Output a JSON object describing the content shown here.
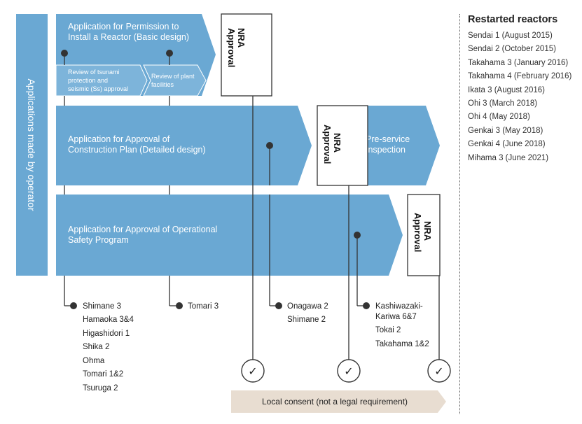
{
  "side_label": "Applications made by operator",
  "boxes": {
    "permission_line1": "Application for Permission to",
    "permission_line2": "Install a Reactor (Basic design)",
    "tsunami_line1": "Review of tsunami",
    "tsunami_line2": "protection and",
    "tsunami_line3": "seismic (Ss) approval",
    "plant_line1": "Review of plant",
    "plant_line2": "facilities",
    "construction_line1": "Application for Approval of",
    "construction_line2": "Construction Plan (Detailed design)",
    "preservice_line1": "Pre-service",
    "preservice_line2": "Inspection",
    "operational_line1": "Application for Approval of Operational",
    "operational_line2": "Safety Program"
  },
  "nra": {
    "line1": "NRA",
    "line2": "Approval"
  },
  "groups": {
    "group1": [
      "Shimane 3",
      "Hamaoka 3&4",
      "Higashidori 1",
      "Shika 2",
      "Ohma",
      "Tomari 1&2",
      "Tsuruga 2"
    ],
    "group2": [
      "Tomari 3"
    ],
    "group3": [
      "Onagawa 2",
      "Shimane 2"
    ],
    "group4": [
      "Kashiwazaki-",
      "Kariwa 6&7",
      "Tokai 2",
      "Takahama 1&2"
    ]
  },
  "check_glyph": "✓",
  "local_consent": "Local consent (not a legal requirement)",
  "restarted": {
    "title": "Restarted reactors",
    "items": [
      "Sendai 1 (August 2015)",
      "Sendai 2 (October 2015)",
      "Takahama 3 (January 2016)",
      "Takahama 4 (February 2016)",
      "Ikata 3 (August 2016)",
      "Ohi 3 (March 2018)",
      "Ohi 4 (May 2018)",
      "Genkai 3 (May 2018)",
      "Genkai 4 (June 2018)",
      "Mihama 3 (June 2021)"
    ]
  },
  "colors": {
    "box_blue": "#6aa8d3",
    "sub_blue": "#7db4da",
    "consent_beige": "#e8ddd1",
    "line_dark": "#333333"
  }
}
